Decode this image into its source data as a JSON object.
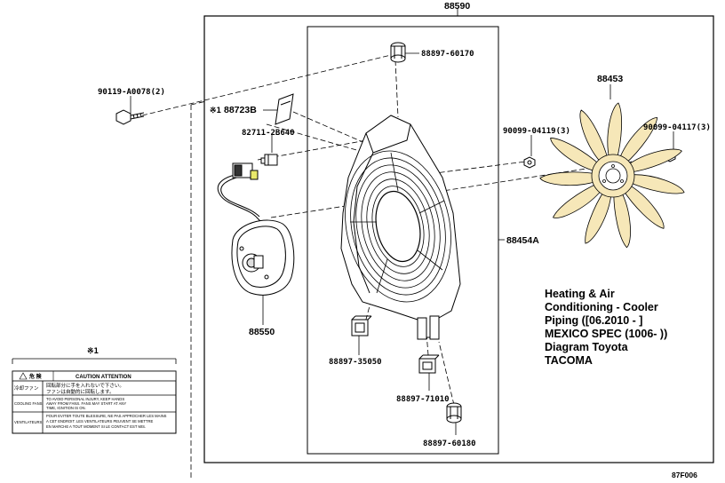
{
  "parts": {
    "assembly": "88590",
    "grommet_top": "88897-60170",
    "bolt_left": "90119-A0078(2)",
    "caution_label": "88723B",
    "caution_label_mark": "※1",
    "clamp": "82711-2B640",
    "fan_blade": "88453",
    "bolt_mid": "90099-04119(3)",
    "bolt_right": "90099-04117(3)",
    "shroud": "88454A",
    "motor": "88550",
    "grommet_mid": "88897-35050",
    "grommet_low": "88897-71010",
    "grommet_bottom": "88897-60180"
  },
  "caution_box": {
    "title": "※1",
    "header_left": "危 険",
    "header_main": "CAUTION ATTENTION",
    "row1_label": "冷却ファン",
    "row1_text1": "回転部分に手を入れないで下さい。",
    "row1_text2": "ファンは自動的に回転します。",
    "row2_label": "COOLING FANS",
    "row2_text1": "TO AVOID PERSONAL INJURY, KEEP HANDS",
    "row2_text2": "AWAY FROM FANS. FANS MAY START AT ANY",
    "row2_text3": "TIME, IGNITION IS ON.",
    "row3_label": "VENTILATEURS",
    "row3_text1": "POUR EVITER TOUTE BLESSURE, NE PAS APPROCHER LES MAINS",
    "row3_text2": "A CET ENDROIT. LES VENTILATEURS PEUVENT SE METTRE",
    "row3_text3": "EN MARCHE A TOUT MOMENT SI LE CONTACT EST MIS."
  },
  "caption": {
    "line1": "Heating & Air",
    "line2": "Conditioning - Cooler",
    "line3": "Piping ([06.2010 - ]",
    "line4": "MEXICO SPEC (1006- ))",
    "line5": "Diagram Toyota",
    "line6": "TACOMA"
  },
  "figure_code": "87F006"
}
